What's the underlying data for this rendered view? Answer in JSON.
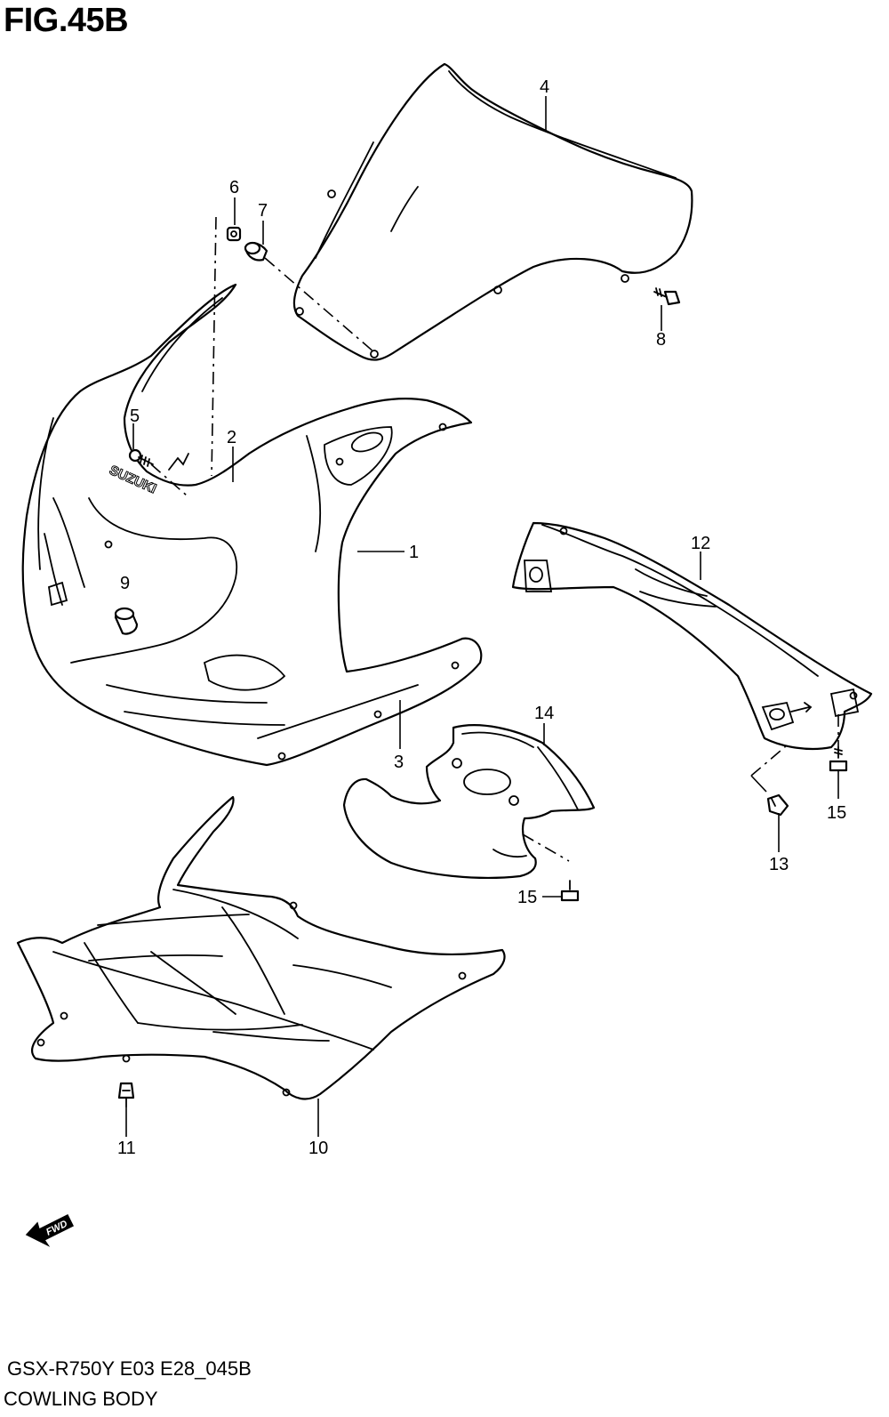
{
  "figure": {
    "title": "FIG.45B",
    "model_code": "GSX-R750Y E03 E28_045B",
    "section_name": "COWLING BODY",
    "logo_text": "SUZUKI",
    "forward_label": "FWD"
  },
  "callouts": {
    "c1": "1",
    "c2": "2",
    "c3": "3",
    "c4": "4",
    "c5": "5",
    "c6": "6",
    "c7": "7",
    "c8": "8",
    "c9": "9",
    "c10": "10",
    "c11": "11",
    "c12": "12",
    "c13": "13",
    "c14": "14",
    "c15a": "15",
    "c15b": "15"
  }
}
